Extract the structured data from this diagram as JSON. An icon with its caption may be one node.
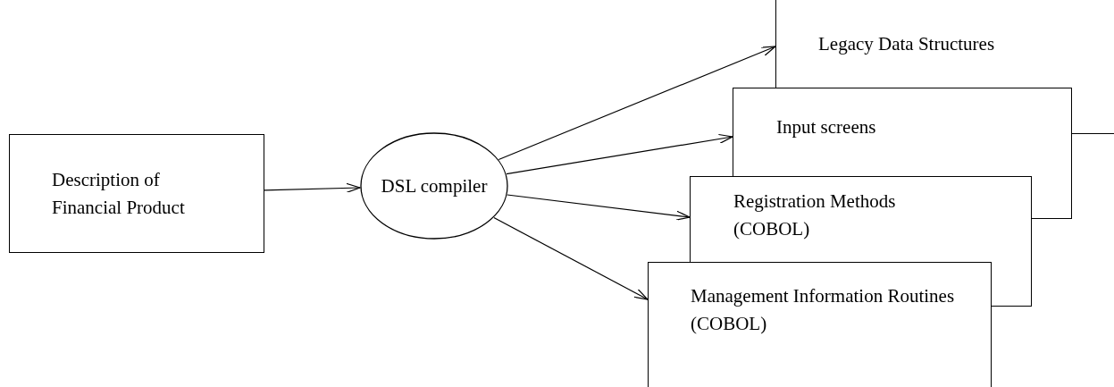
{
  "diagram": {
    "nodes": [
      {
        "text": [
          "Description of Financial Product"
        ]
      },
      {
        "text": [
          "DSL compiler"
        ]
      },
      {
        "text": [
          "Legacy Data Structures"
        ]
      },
      {
        "text": [
          "Input screens"
        ]
      },
      {
        "text": [
          "Registration Methods (COBOL)"
        ]
      },
      {
        "text": [
          "Management Information Routines (COBOL)"
        ]
      }
    ],
    "edges": [
      {
        "from": 0,
        "to": 1,
        "arrow": "to"
      },
      {
        "from": 1,
        "to": 2,
        "arrow": "to"
      },
      {
        "from": 1,
        "to": 3,
        "arrow": "to"
      },
      {
        "from": 1,
        "to": 4,
        "arrow": "to"
      },
      {
        "from": 1,
        "to": 5,
        "arrow": "to"
      }
    ]
  }
}
